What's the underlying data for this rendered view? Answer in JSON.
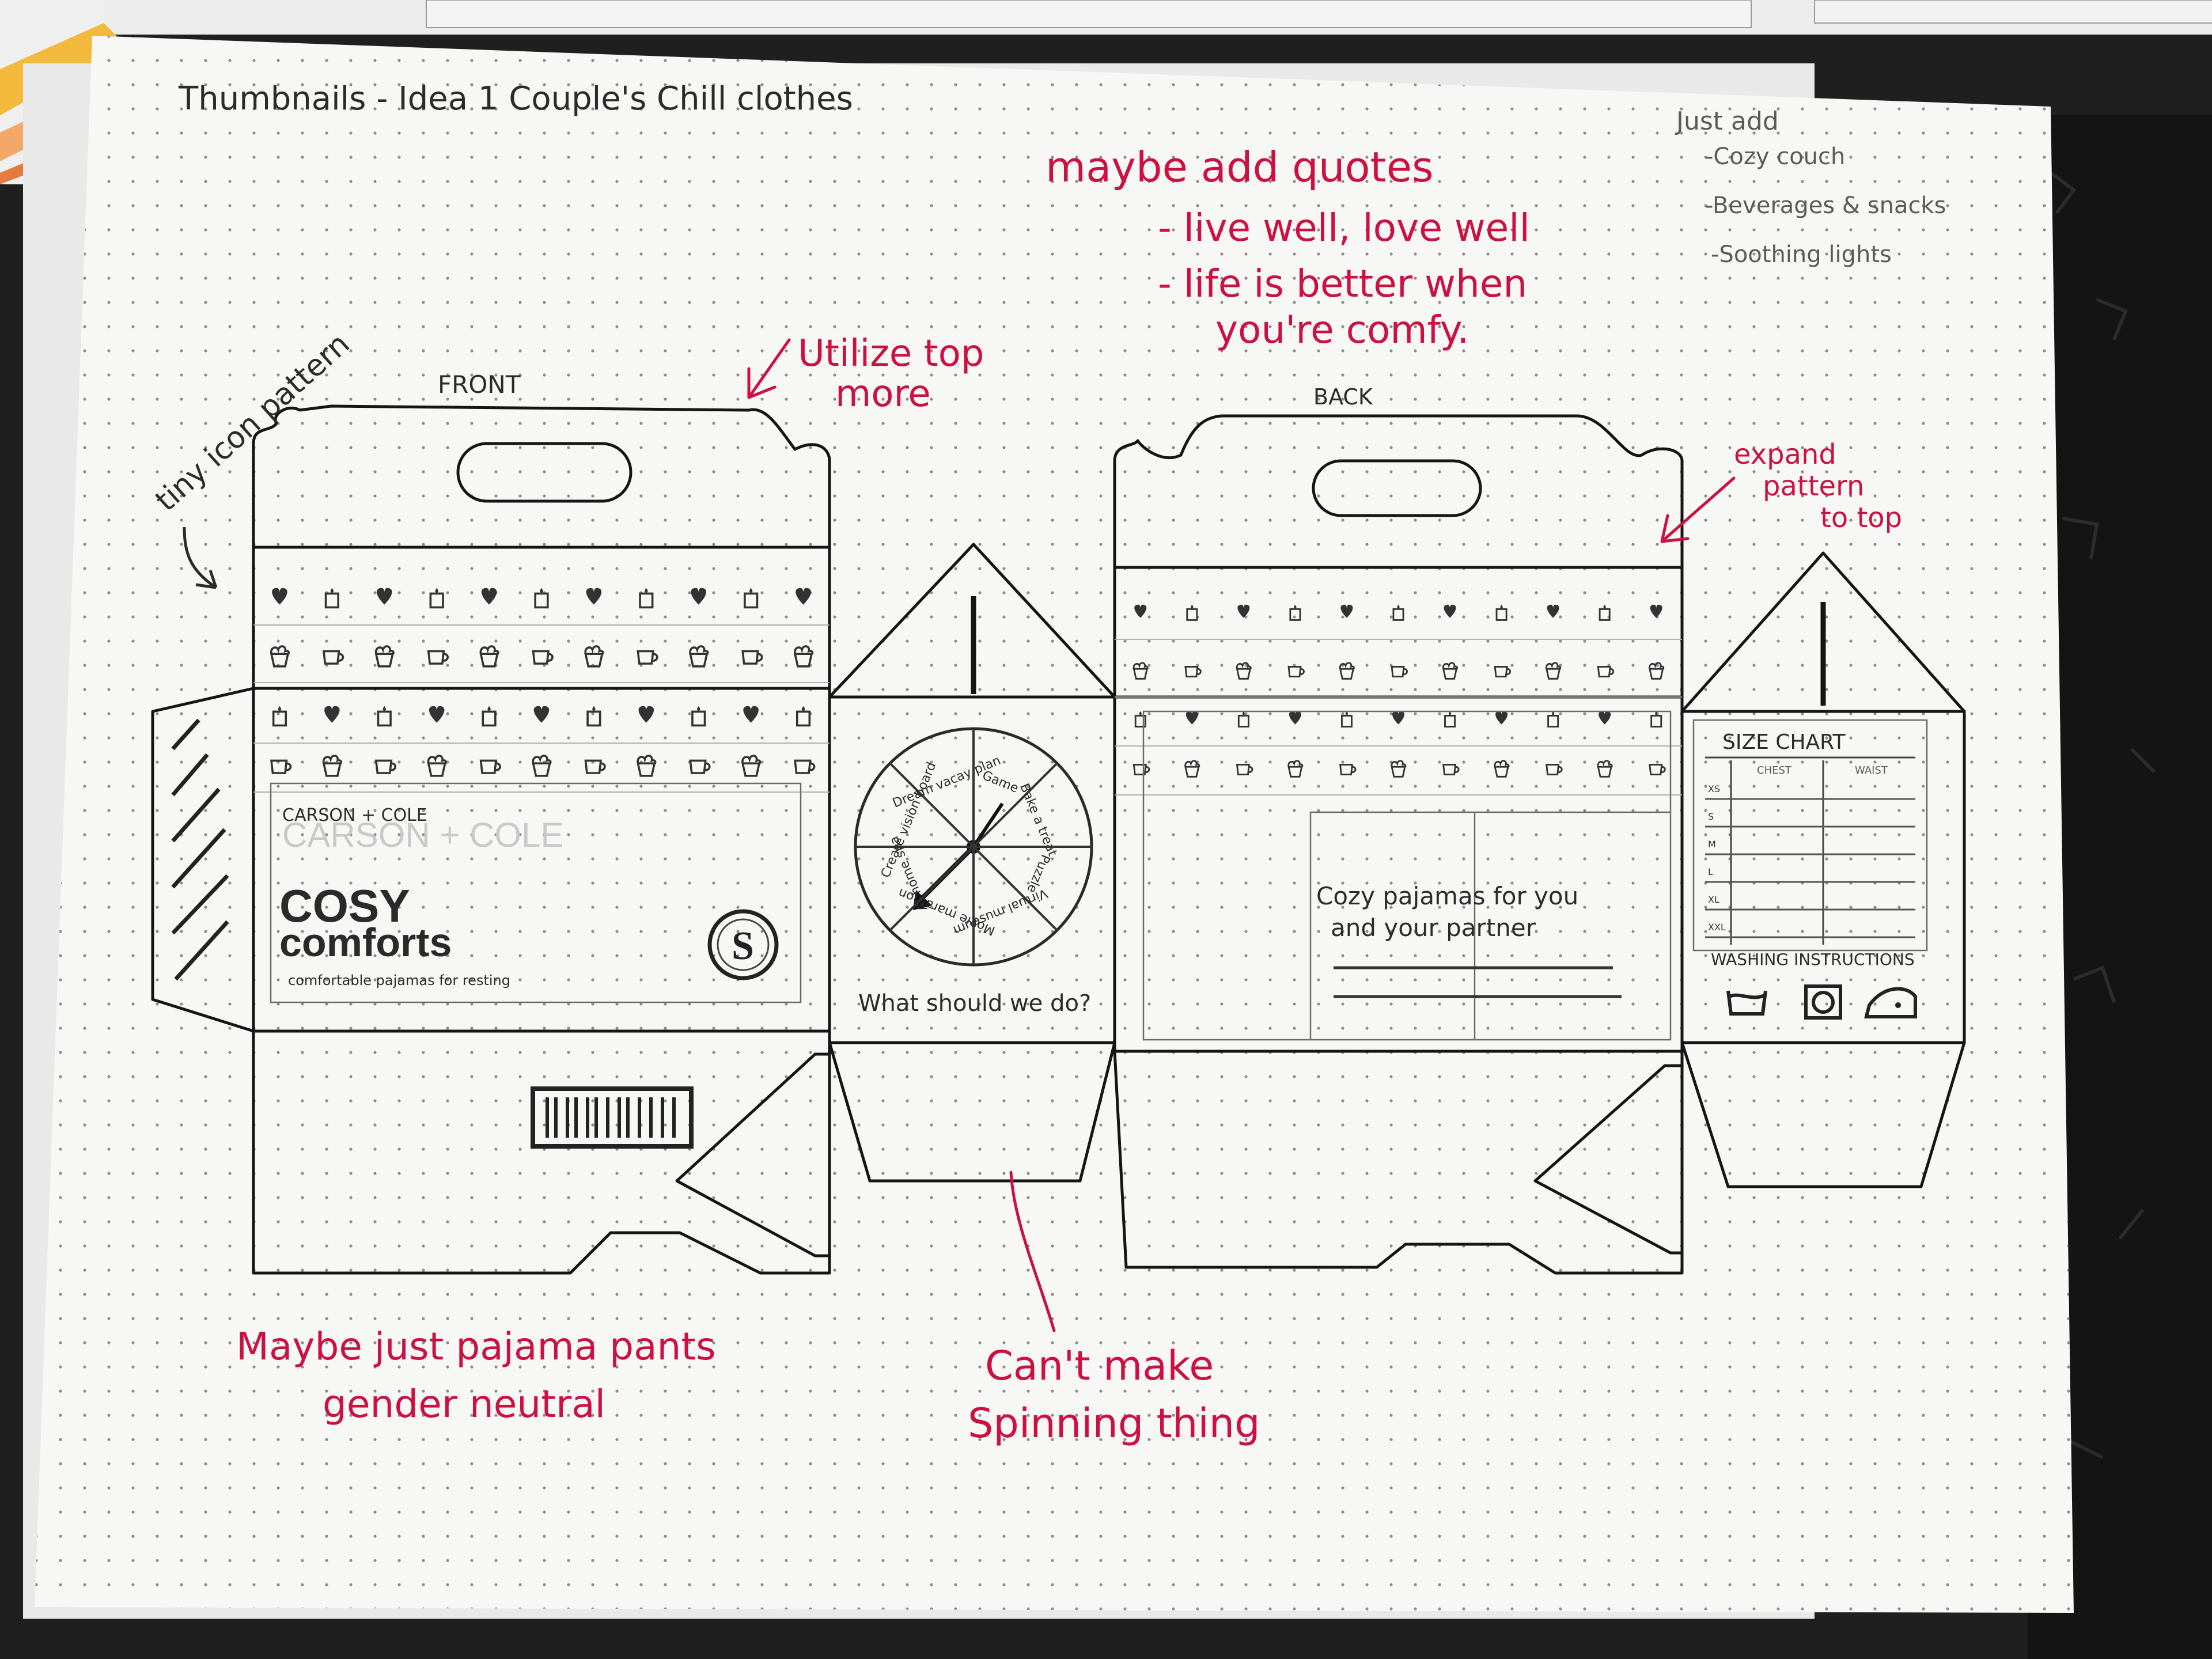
{
  "sheet": {
    "title": "Thumbnails - Idea 1   Couple's Chill clothes",
    "panel_front": "FRONT",
    "panel_back": "BACK"
  },
  "notes_grey": {
    "heading": "Just add",
    "items": [
      "-Cozy couch",
      "-Beverages & snacks",
      "-Soothing lights"
    ]
  },
  "notes_red": {
    "quotes_heading": "maybe add quotes",
    "quote_1": "- live well, love well",
    "quote_2a": "- life is better when",
    "quote_2b": "you're comfy.",
    "utilize_1": "Utilize top",
    "utilize_2": "more",
    "expand_1": "expand",
    "expand_2": "pattern",
    "expand_3": "to top",
    "pajama_1": "Maybe just pajama pants",
    "pajama_2": "gender neutral",
    "spin_1": "Can't make",
    "spin_2": "Spinning thing"
  },
  "notes_pencil": {
    "icon_pattern": "tiny icon pattern"
  },
  "front_panel": {
    "brand_small": "CARSON + COLE",
    "brand_faint": "CARSON + COLE",
    "product_1": "COSY",
    "product_2": "comforts",
    "tagline": "comfortable pajamas for resting",
    "seal_letter": "S"
  },
  "spinner_panel": {
    "segments": [
      "Game",
      "Bake a treat",
      "Puzzle",
      "Virtual museum",
      "Movie marathon",
      "At home spa",
      "Create vision board",
      "Dream vacay plan"
    ],
    "question": "What should we do?"
  },
  "back_panel": {
    "copy_1": "Cozy pajamas for you",
    "copy_2": "and your partner"
  },
  "size_panel": {
    "title": "SIZE CHART",
    "columns": [
      "CHEST",
      "WAIST"
    ],
    "rows": [
      "XS",
      "S",
      "M",
      "L",
      "XL",
      "XXL"
    ],
    "washing": "WASHING INSTRUCTIONS"
  },
  "icon_names": [
    "heart-icon",
    "mug-icon",
    "candle-icon",
    "popcorn-icon",
    "wash-icon",
    "dryer-icon",
    "iron-icon",
    "barcode-icon"
  ]
}
